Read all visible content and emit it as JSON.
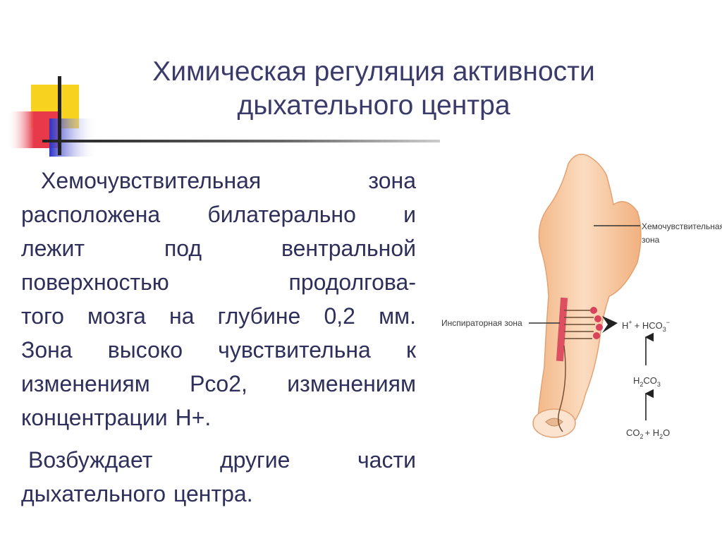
{
  "title": {
    "line1": "Химическая регуляция активности",
    "line2": "дыхательного центра"
  },
  "paragraph1": {
    "lines": [
      [
        "Хемочувствительная",
        "зона"
      ],
      [
        "расположена",
        "билатерально",
        "и"
      ],
      [
        "лежит",
        "под",
        "вентральной"
      ],
      [
        "поверхностью",
        "продолгова-"
      ],
      [
        "того",
        "мозга",
        "на",
        "глубине",
        "0,2",
        "мм."
      ],
      [
        "Зона",
        "высоко",
        "чувствительна",
        "к"
      ],
      [
        "изменениям",
        "Pco2,",
        "изменениям"
      ],
      [
        "концентрации",
        "Н+."
      ]
    ]
  },
  "paragraph2": {
    "lines": [
      [
        "Возбуждает",
        "другие",
        "части"
      ],
      [
        "дыхательного",
        "центра."
      ]
    ]
  },
  "diagram": {
    "label_chemo_line1": "Хемочувствительная",
    "label_chemo_line2": "зона",
    "label_insp": "Инспираторная зона",
    "h_label": "H",
    "plus_sign": "+",
    "hco3_label": "+ HCO",
    "three": "3",
    "minus_sign": "−",
    "h2co3_h": "H",
    "h2co3_two": "2",
    "h2co3_co": "CO",
    "h2co3_three": "3",
    "co2_label": "CO",
    "co2_two": "2",
    "h2o_plus": "+ H",
    "h2o_two": "2",
    "h2o_o": "O"
  },
  "colors": {
    "title": "#3b3b6b",
    "text": "#2f2f5c",
    "deco_yellow": "#f7d21e",
    "deco_red": "#e8394a",
    "deco_blue": "#2b33c8",
    "brainstem": "#f6c69e",
    "nerve": "#d8425a"
  }
}
